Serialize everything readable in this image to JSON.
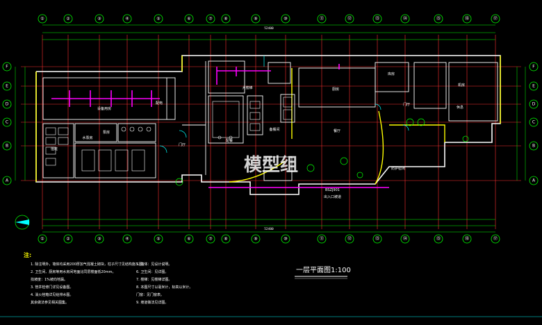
{
  "drawing": {
    "title": "一层平面图1:100",
    "watermark": "模型组",
    "overall_dim_top": "52400",
    "overall_dim_bottom": "52400",
    "tag_entry": "BSZJ901",
    "tag_entry_label": "出入口坡道",
    "tag_fire": "防护密闭"
  },
  "grid": {
    "columns": [
      "①",
      "②",
      "③",
      "④",
      "⑤",
      "⑥",
      "⑦",
      "⑧",
      "⑨",
      "⑩",
      "⑪",
      "⑫",
      "⑬",
      "⑭",
      "⑮",
      "⑯",
      "⑰"
    ],
    "rows": [
      "F",
      "E",
      "D",
      "C",
      "B",
      "A"
    ]
  },
  "rooms": {
    "r1": "设备用房",
    "r2": "配电",
    "r3": "水泵房",
    "r4": "值班",
    "r5": "泵房",
    "r6": "门厅",
    "r7": "大楼梯",
    "r8": "配餐",
    "r9": "备餐间",
    "r10": "厨房",
    "r11": "餐厅",
    "r12": "门厅",
    "r13": "休息",
    "r14": "机房",
    "r15": "库房"
  },
  "notes": {
    "heading": "注:",
    "left": [
      "1. 除注明外，墙体均采用200厚加气混凝土砌块，柱子尺寸见结构施工图。",
      "2. 卫生间、厨房等用水房间地面比同层楼面低20mm。",
      "   找坡度：1%坡向地漏。",
      "3. 管井检修门详见设备图。",
      "4. 消火栓箱详见给排水图。",
      "   其余做法参见相关图集。"
    ],
    "right": [
      "5. 墙体：见设计说明。",
      "6. 卫生间：见详图。",
      "7. 楼梯：见楼梯详图。",
      "8. 本图尺寸以毫米计，标高以米计。",
      "   门窗：见门窗表。",
      "9. 坡道做法见详图。"
    ]
  },
  "colors": {
    "grid": "#00ff00",
    "axis": "#ff3030",
    "wall": "#ffffff",
    "accent_wall": "#ffff00",
    "pipe": "#ff00ff",
    "dim": "#00ff00",
    "cyan": "#00ffff"
  }
}
